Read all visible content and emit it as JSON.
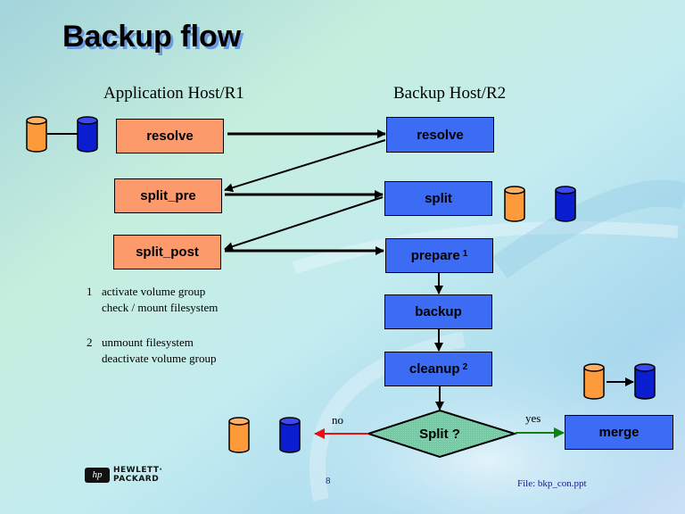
{
  "slide": {
    "title": "Backup flow",
    "page_number": "8",
    "file_label": "File: bkp_con.ppt"
  },
  "columns": {
    "left_heading": "Application Host/R1",
    "right_heading": "Backup Host/R2"
  },
  "app_host_steps": [
    {
      "id": "resolve",
      "label": "resolve"
    },
    {
      "id": "split_pre",
      "label": "split_pre"
    },
    {
      "id": "split_post",
      "label": "split_post"
    }
  ],
  "backup_host_steps": [
    {
      "id": "resolve",
      "label": "resolve",
      "footnote": ""
    },
    {
      "id": "split",
      "label": "split",
      "footnote": ""
    },
    {
      "id": "prepare",
      "label": "prepare",
      "footnote": "1"
    },
    {
      "id": "backup",
      "label": "backup",
      "footnote": ""
    },
    {
      "id": "cleanup",
      "label": "cleanup",
      "footnote": "2"
    }
  ],
  "decision": {
    "label": "Split ?",
    "no_label": "no",
    "yes_label": "yes",
    "yes_target": "merge"
  },
  "merge_box": {
    "label": "merge"
  },
  "notes": [
    {
      "number": "1",
      "lines": [
        "activate volume group",
        "check / mount filesystem"
      ]
    },
    {
      "number": "2",
      "lines": [
        "unmount filesystem",
        "deactivate volume group"
      ]
    }
  ],
  "logo": {
    "badge": "hp",
    "line1": "HEWLETT·",
    "line2": "PACKARD"
  },
  "colors": {
    "app_box": "#fc9a6b",
    "backup_box": "#3d6cf4",
    "decision_fill": "#5fcf9f",
    "no_arrow": "#e81010",
    "yes_arrow": "#108010",
    "disk_orange": "#fd9a3a",
    "disk_blue": "#0a1ed0"
  }
}
